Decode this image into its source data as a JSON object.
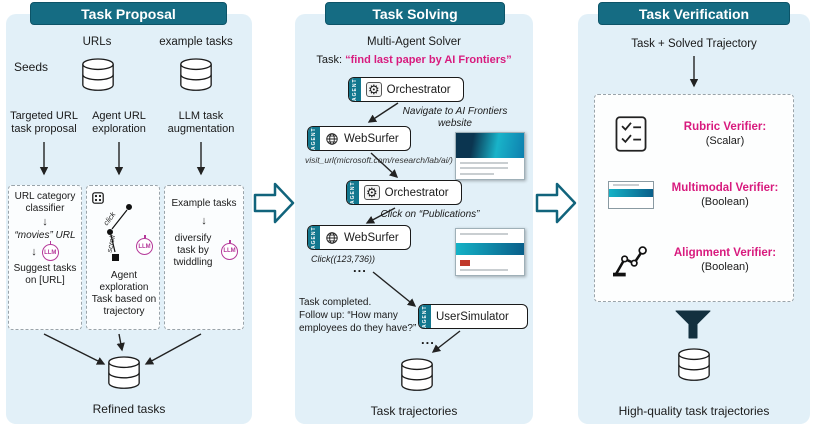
{
  "icons": {
    "arrow_down": "↓",
    "gear": "⚙"
  },
  "colors": {
    "header_teal": "#156c83",
    "panel_blue": "#e2f0f8",
    "accent_pink": "#d81b7e",
    "agent_tag_teal": "#12778e",
    "llm_purple": "#b5399a"
  },
  "proposal": {
    "title": "Task Proposal",
    "seeds": "Seeds",
    "urls": "URLs",
    "example_tasks": "example tasks",
    "columns": [
      {
        "title": "Targeted URL task proposal"
      },
      {
        "title": "Agent URL exploration"
      },
      {
        "title": "LLM task augmentation"
      }
    ],
    "box_url": {
      "classifier": "URL category classifier",
      "movies": "“movies” URL",
      "suggest": "Suggest tasks on [URL]"
    },
    "box_agent": {
      "click": "click",
      "scroll": "scroll",
      "exploration": "Agent exploration",
      "trajectory": "Task based on trajectory"
    },
    "box_llm": {
      "example": "Example tasks",
      "diversify": "diversify task by twiddling"
    },
    "llm": "LLM",
    "refined": "Refined tasks"
  },
  "solving": {
    "title": "Task Solving",
    "subtitle": "Multi-Agent Solver",
    "task_label": "Task: ",
    "task_value": "“find last paper by AI Frontiers”",
    "agent_tag": "AGENT",
    "orchestrator": "Orchestrator",
    "websurfer": "WebSurfer",
    "usersimulator": "UserSimulator",
    "note_navigate": "Navigate to AI Frontiers website",
    "note_visit": "visit_url(microsoft.com/research/lab/ai/)",
    "note_click_pub": "Click on “Publications”",
    "note_click_coords": "Click((123,736))",
    "ellipsis": "...",
    "followup_1": "Task completed.",
    "followup_2": "Follow up: “How many employees do they have?”",
    "trajectories": "Task trajectories"
  },
  "verification": {
    "title": "Task Verification",
    "subtitle": "Task + Solved Trajectory",
    "verifiers": [
      {
        "name": "Rubric Verifier:",
        "type": "(Scalar)"
      },
      {
        "name": "Multimodal Verifier:",
        "type": "(Boolean)"
      },
      {
        "name": "Alignment Verifier:",
        "type": "(Boolean)"
      }
    ],
    "output": "High-quality task trajectories"
  }
}
